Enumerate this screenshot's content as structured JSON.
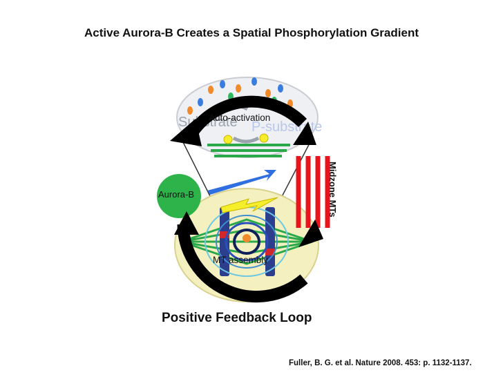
{
  "slide": {
    "title": "Active Aurora-B Creates a Spatial Phosphorylation Gradient",
    "labels": {
      "auto_activation": "Auto-activation",
      "aurora_b": "Aurora-B",
      "midzone_mts": "Midzone MTs",
      "mt_assembly": "MT assembly"
    },
    "inset_text": {
      "substrate": "Substrate",
      "p_substrate": "P-substrate"
    },
    "footer": "Positive Feedback Loop",
    "citation": "Fuller, B. G. et al. Nature 2008. 453: p. 1132-1137."
  },
  "colors": {
    "aurora_green": "#2db34a",
    "midzone_red": "#e8141b",
    "cell_fill": "#f4f0c0",
    "mt_green": "#2aa84a",
    "arrow_blue": "#2f6fe0",
    "bolt_yellow": "#f5ee2a"
  }
}
